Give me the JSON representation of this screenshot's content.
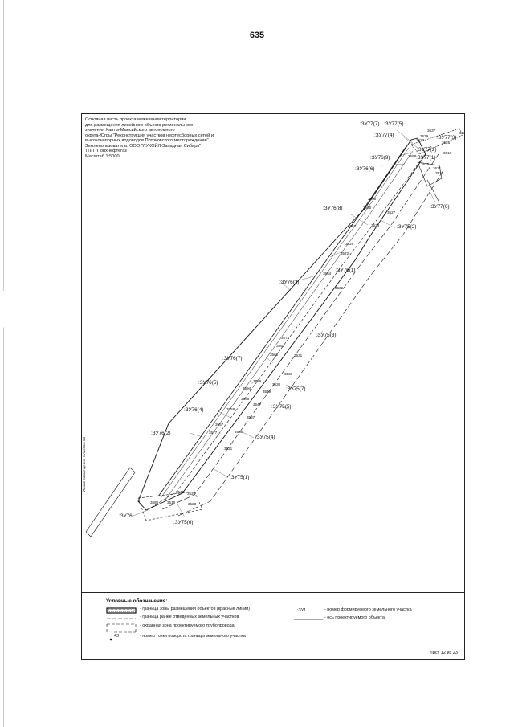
{
  "page_number": "635",
  "header": {
    "lines": [
      "Основная часть проекта межевания территории",
      "для размещения линейного объекта регионального",
      "значения Ханты-Мансийского автономного",
      "округа-Югры \"Реконструкция участков нефтесборных сетей и",
      "высоконапорных водоводов Потоковского месторождения\"",
      "Землепользователь: ООО \"ЛУКОЙЛ-Западная Сибирь\"",
      "ТПП \"Повхнефтегаз\"",
      "Масштаб 1:5000"
    ]
  },
  "plot_labels": [
    ":ЗУ77(7)",
    ":ЗУ77(5)",
    ":ЗУ77(4)",
    ":ЗУ77(3)",
    ":ЗУ76(9)",
    ":ЗУ77(2)",
    ":ЗУ76(6)",
    ":ЗУ77(1)",
    ":ЗУ77(6)",
    ":ЗУ76(8)",
    ":ЗУ75(2)",
    ":ЗУ76(1)",
    ":ЗУ76(3)",
    ":ЗУ75(3)",
    ":ЗУ76(7)",
    ":ЗУ75(7)",
    ":ЗУ76(5)",
    ":ЗУ75(5)",
    ":ЗУ76(4)",
    ":ЗУ75(4)",
    ":ЗУ76(2)",
    ":ЗУ75(1)",
    ":ЗУ76",
    ":ЗУ75(6)"
  ],
  "point_numbers": [
    "3637",
    "3639",
    "3622",
    "362",
    "3625",
    "3618",
    "3621",
    "3519",
    "3525",
    "3568",
    "3566",
    "3565",
    "3527",
    "3524",
    "3562",
    "3529",
    "3572",
    "3564",
    "3532",
    "3574",
    "3563",
    "3531",
    "3562",
    "3533",
    "3559",
    "3530",
    "3594",
    "3549",
    "3566",
    "3547",
    "3558",
    "3537",
    "3567",
    "3536",
    "3577",
    "3521",
    "3518",
    "3520",
    "3580",
    "3516",
    "3523"
  ],
  "edge_note": "Линия совмещения с листом 13",
  "legend": {
    "title": "Условные обозначения:",
    "items": [
      "- граница зоны размещения объектов (красные линии)",
      "- граница ранее отведенных земельных участков",
      "- охранная зона проектируемого трубопровода",
      "- номер точки поворота границы земельного участка",
      "- номер формируемого земельного участка",
      "- ось проектируемого объекта"
    ],
    "sample_label": ":ЗУ1",
    "sample_point": "43"
  },
  "sheet": "Лист 12 из 23",
  "colors": {
    "line": "#111111",
    "frame": "#222222"
  }
}
